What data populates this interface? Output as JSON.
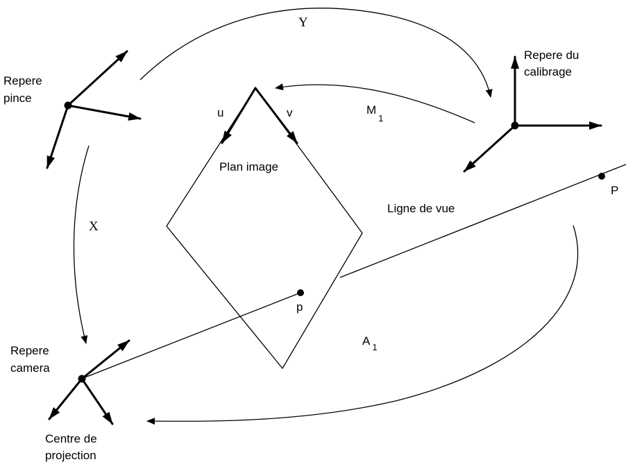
{
  "labels": {
    "repere_pince": [
      "Repere",
      "pince"
    ],
    "repere_calibrage": [
      "Repere du",
      "calibrage"
    ],
    "repere_camera": [
      "Repere",
      "camera"
    ],
    "centre_projection": [
      "Centre de",
      "projection"
    ],
    "plan_image": "Plan image",
    "ligne_de_vue": "Ligne de vue",
    "axis_u": "u",
    "axis_v": "v",
    "point_p": "p",
    "point_P": "P"
  },
  "transforms": {
    "X": "X",
    "Y": "Y",
    "M": {
      "base": "M",
      "sub": "1"
    },
    "A": {
      "base": "A",
      "sub": "1"
    }
  },
  "colors": {
    "ink": "#000000",
    "background": "#ffffff"
  }
}
